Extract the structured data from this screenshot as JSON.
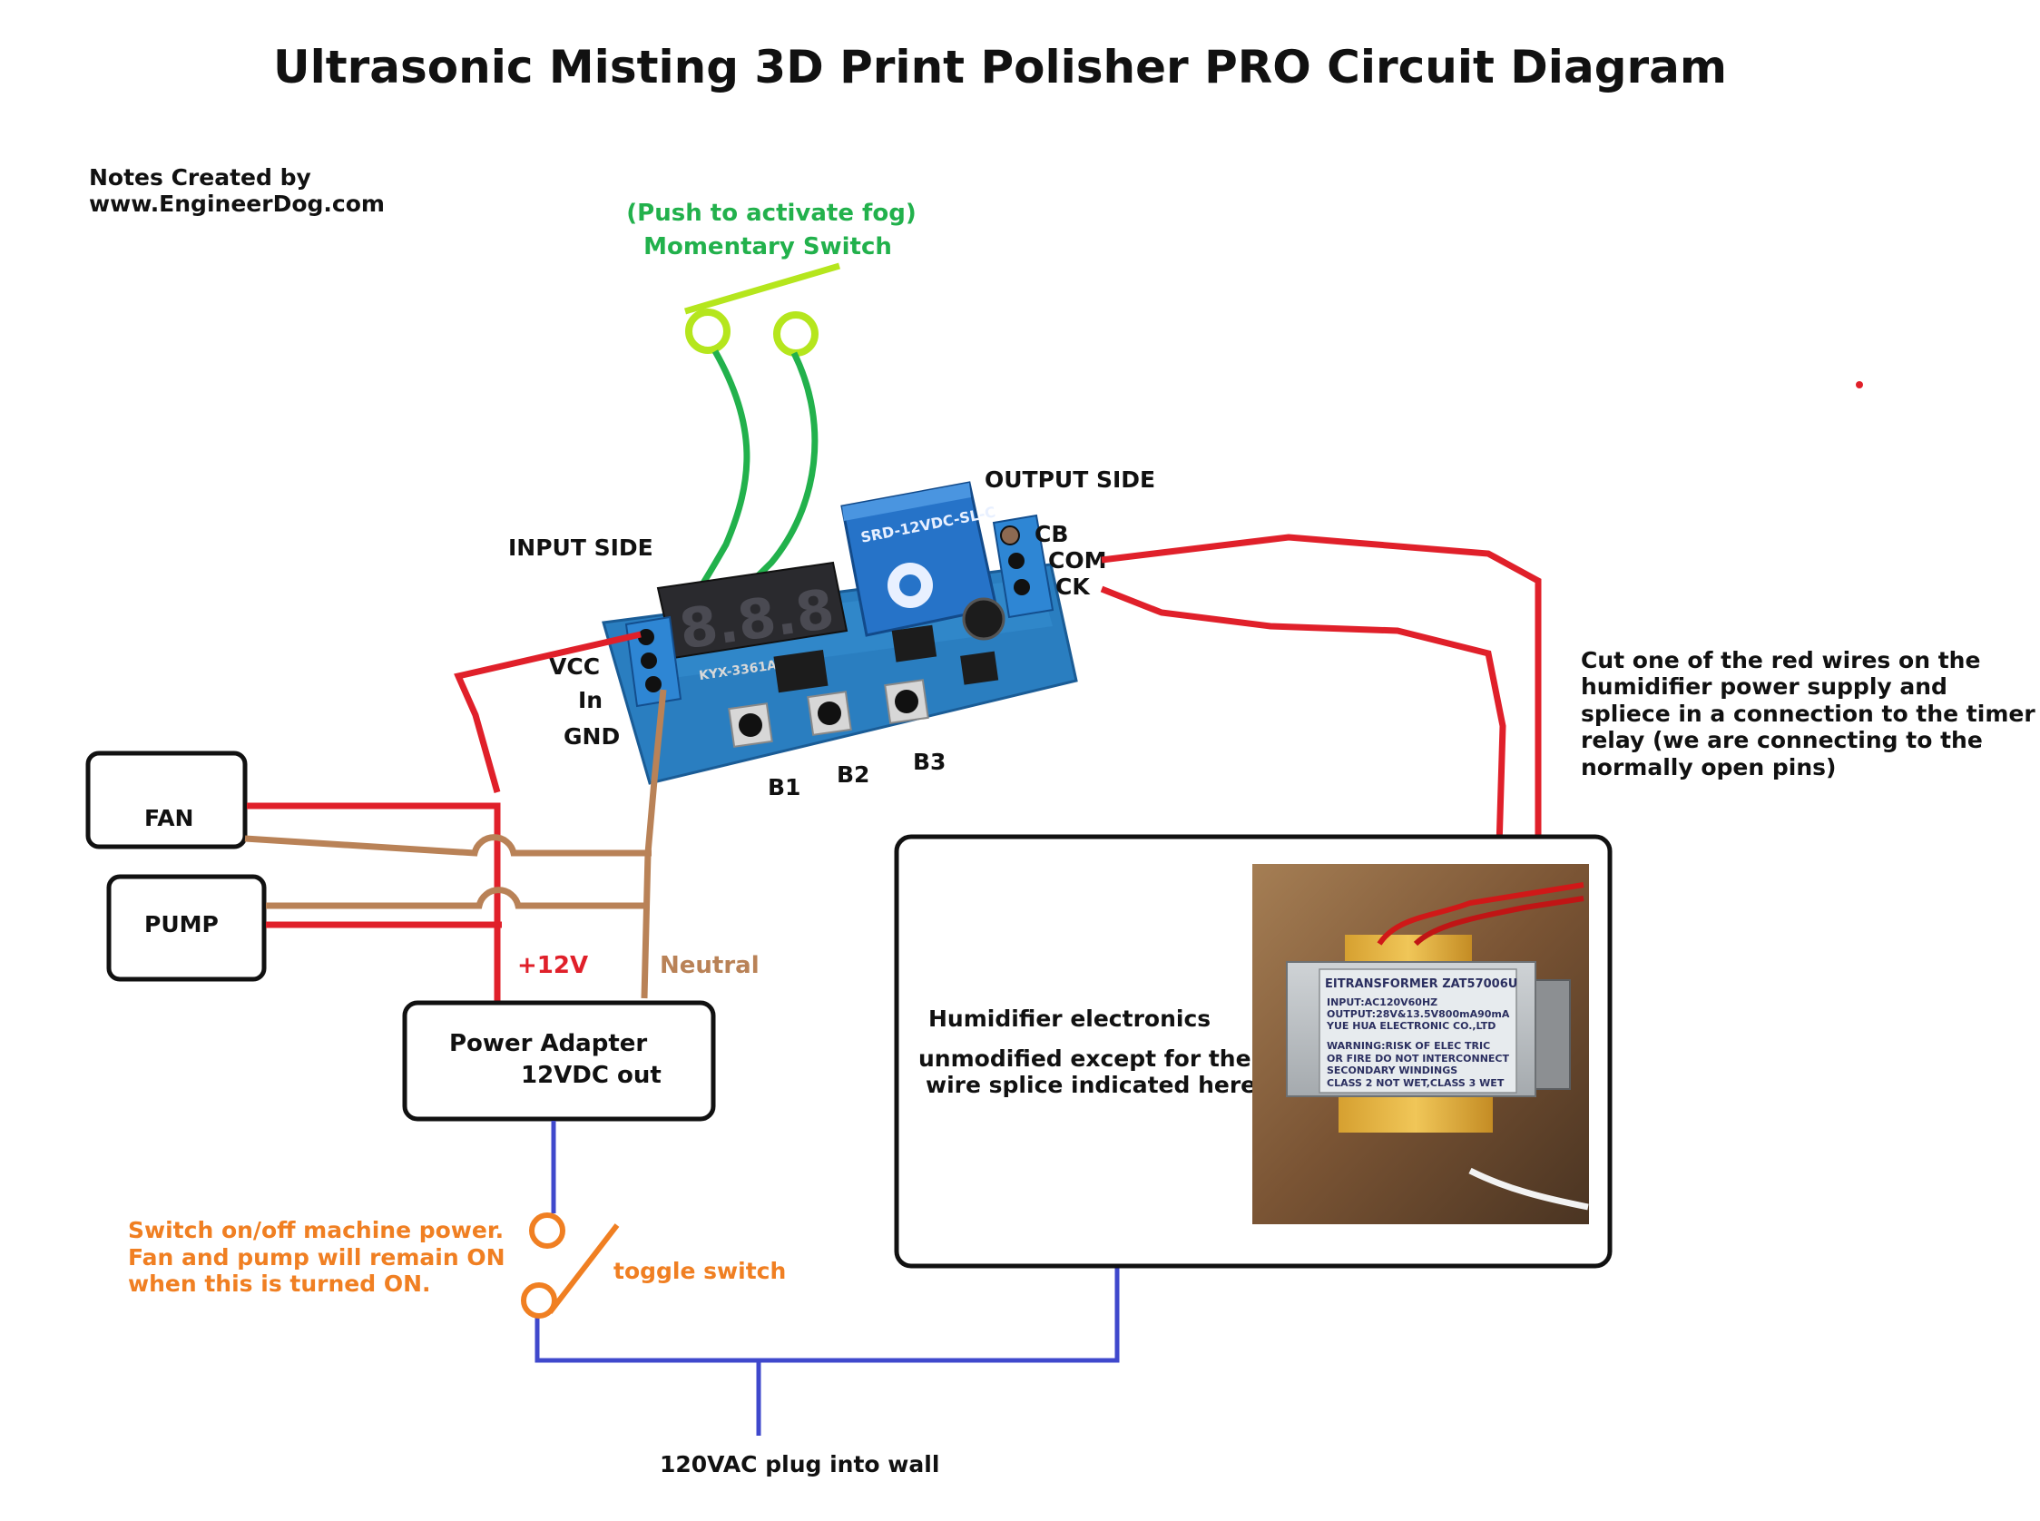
{
  "title": "Ultrasonic Misting 3D Print Polisher PRO Circuit Diagram",
  "credit": [
    "Notes Created by",
    "www.EngineerDog.com"
  ],
  "switch": {
    "caption": "(Push to activate fog)",
    "name": "Momentary Switch"
  },
  "relay": {
    "input_side": "INPUT SIDE",
    "output_side": "OUTPUT SIDE",
    "input_pins": [
      "VCC",
      "In",
      "GND"
    ],
    "output_pins": [
      "CB",
      "COM",
      "CK"
    ],
    "buttons": [
      "B1",
      "B2",
      "B3"
    ],
    "display": "8.8.8",
    "relay_label": "SRD-12VDC-SL-C",
    "chip_label": "KYX-3361AS"
  },
  "loads": {
    "fan": "FAN",
    "pump": "PUMP"
  },
  "power": {
    "plus_label": "+12V",
    "neutral_label": "Neutral",
    "adapter": [
      "Power Adapter",
      "12VDC out"
    ]
  },
  "toggle": {
    "note": [
      "Switch on/off machine power.",
      "Fan and pump will remain ON",
      "when this is turned ON."
    ],
    "label": "toggle switch"
  },
  "wall_label": "120VAC plug into wall",
  "humidifier": {
    "title": "Humidifier electronics",
    "note": [
      "unmodified except for the",
      "wire splice indicated here"
    ],
    "transformer": {
      "title": "EITRANSFORMER ZAT57006U",
      "spec": [
        "INPUT:AC120V60HZ",
        "OUTPUT:28V&13.5V800mA90mA",
        "YUE HUA ELECTRONIC CO.,LTD"
      ],
      "warning": [
        "WARNING:RISK OF ELEC TRIC",
        "OR FIRE DO NOT INTERCONNECT",
        "SECONDARY WINDINGS",
        "CLASS 2 NOT WET,CLASS 3 WET"
      ]
    }
  },
  "splice_note": [
    "Cut one of the red wires on the",
    "humidifier power supply and",
    "spliece in a connection to the timer",
    "relay (we are connecting to the",
    "normally open pins)"
  ],
  "colors": {
    "red_wire": "#e0202a",
    "brown_wire": "#b98257",
    "green_wire": "#22b14c",
    "switch_lime": "#b5e61d",
    "blue_wire": "#3f48cc",
    "orange_text": "#f07f22",
    "green_text": "#22b14c",
    "board_blue": "#2a7ec0"
  }
}
